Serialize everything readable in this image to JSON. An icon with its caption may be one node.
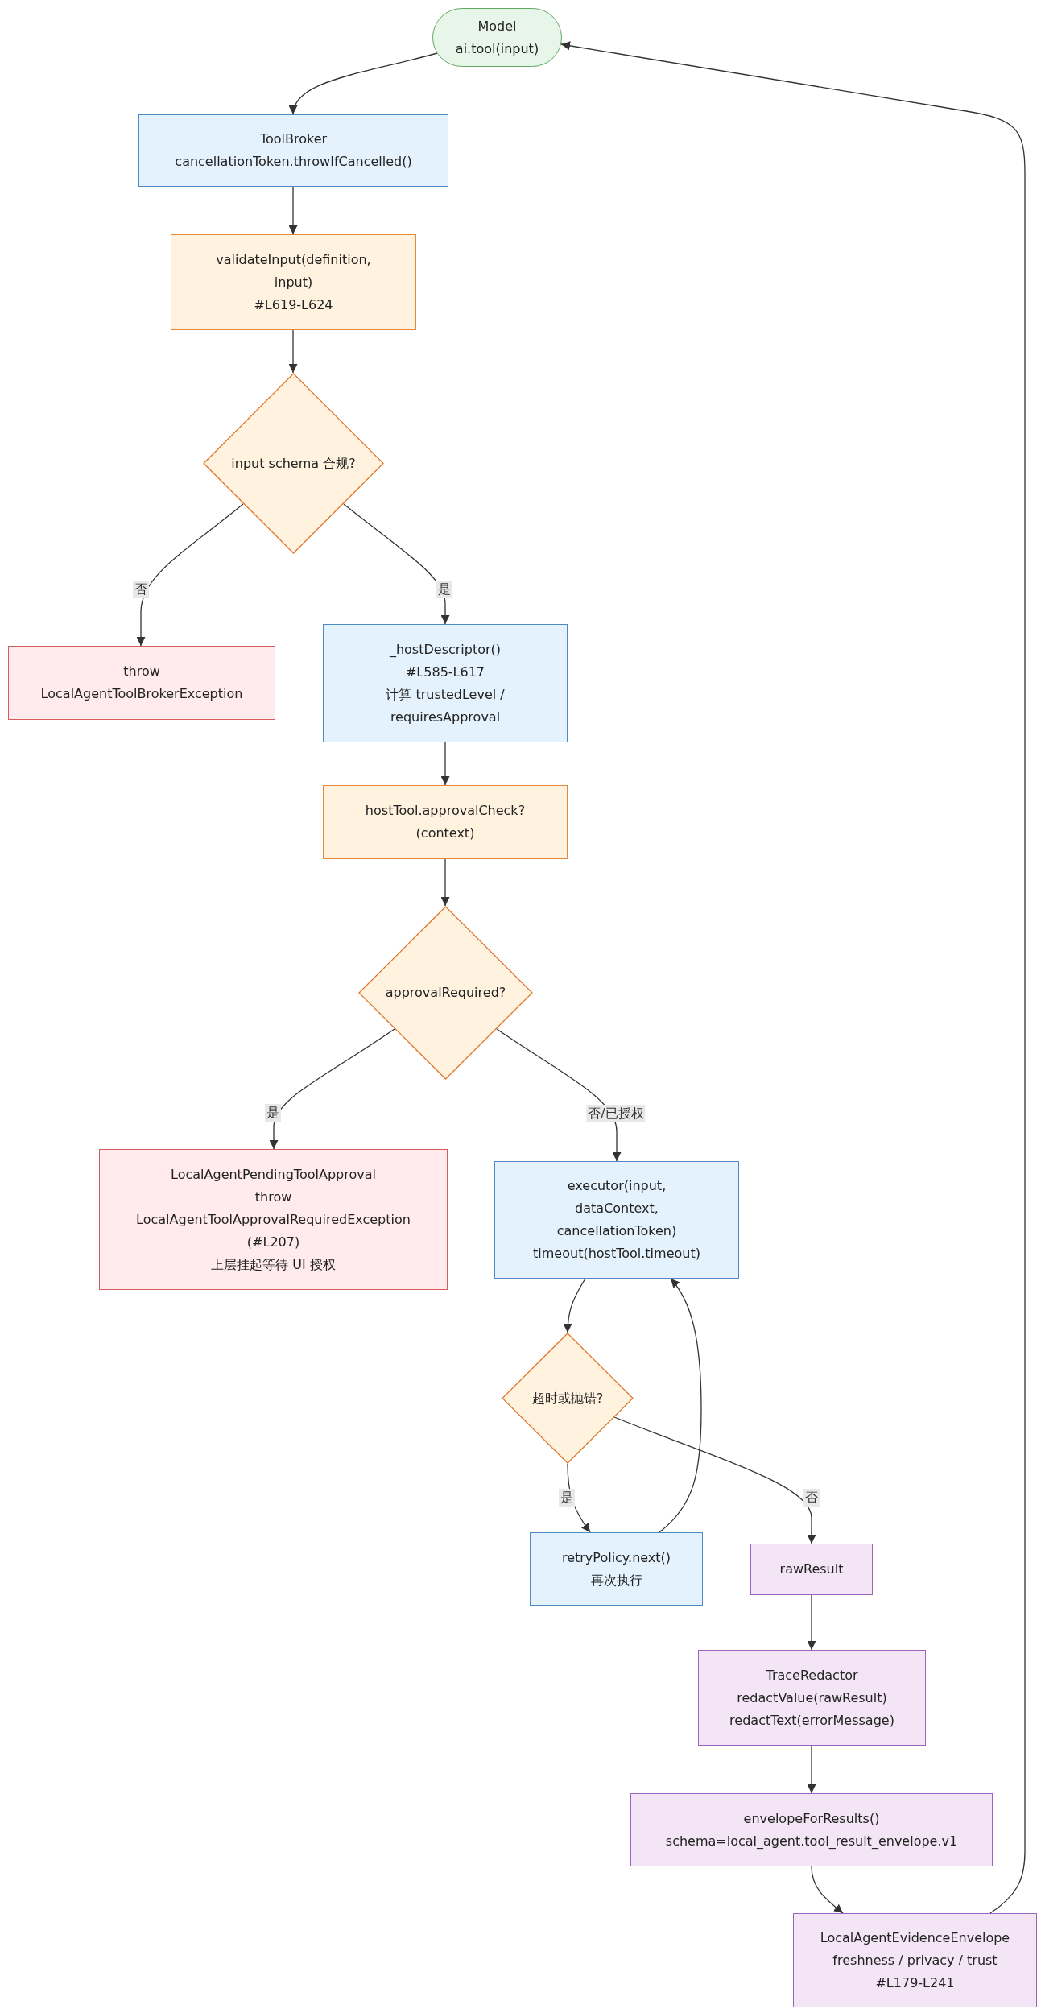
{
  "diagram": {
    "nodes": [
      {
        "text": [
          "Model",
          "ai.tool(input)"
        ]
      },
      {
        "text": [
          "ToolBroker",
          "cancellationToken.throwIfCancelled()"
        ]
      },
      {
        "text": [
          "validateInput(definition, input)",
          "#L619-L624"
        ]
      },
      {
        "text": [
          "input schema 合规?"
        ]
      },
      {
        "text": [
          "throw",
          "LocalAgentToolBrokerException"
        ]
      },
      {
        "text": [
          "_hostDescriptor()",
          "#L585-L617",
          "计算 trustedLevel / requiresApproval"
        ]
      },
      {
        "text": [
          "hostTool.approvalCheck?",
          "(context)"
        ]
      },
      {
        "text": [
          "approvalRequired?"
        ]
      },
      {
        "text": [
          "LocalAgentPendingToolApproval",
          "throw",
          "LocalAgentToolApprovalRequiredException",
          "(#L207)",
          "上层挂起等待 UI 授权"
        ]
      },
      {
        "text": [
          "executor(input, dataContext, cancellationToken)",
          "timeout(hostTool.timeout)"
        ]
      },
      {
        "text": [
          "超时或抛错?"
        ]
      },
      {
        "text": [
          "retryPolicy.next()",
          "再次执行"
        ]
      },
      {
        "text": [
          "rawResult"
        ]
      },
      {
        "text": [
          "TraceRedactor",
          "redactValue(rawResult)",
          "redactText(errorMessage)"
        ]
      },
      {
        "text": [
          "envelopeForResults()",
          "schema=local_agent.tool_result_envelope.v1"
        ]
      },
      {
        "text": [
          "LocalAgentEvidenceEnvelope",
          "freshness / privacy / trust",
          "#L179-L241"
        ]
      }
    ],
    "edges": [
      {
        "from": 0,
        "to": 1,
        "arrow": "to"
      },
      {
        "from": 1,
        "to": 2,
        "arrow": "to"
      },
      {
        "from": 2,
        "to": 3,
        "arrow": "to"
      },
      {
        "from": 3,
        "to": 4,
        "arrow": "to",
        "label": "否"
      },
      {
        "from": 3,
        "to": 5,
        "arrow": "to",
        "label": "是"
      },
      {
        "from": 5,
        "to": 6,
        "arrow": "to"
      },
      {
        "from": 6,
        "to": 7,
        "arrow": "to"
      },
      {
        "from": 7,
        "to": 8,
        "arrow": "to",
        "label": "是"
      },
      {
        "from": 7,
        "to": 9,
        "arrow": "to",
        "label": "否/已授权"
      },
      {
        "from": 9,
        "to": 10,
        "arrow": "to"
      },
      {
        "from": 10,
        "to": 11,
        "arrow": "to",
        "label": "是"
      },
      {
        "from": 10,
        "to": 12,
        "arrow": "to",
        "label": "否"
      },
      {
        "from": 11,
        "to": 9,
        "arrow": "to"
      },
      {
        "from": 12,
        "to": 13,
        "arrow": "to"
      },
      {
        "from": 13,
        "to": 14,
        "arrow": "to"
      },
      {
        "from": 14,
        "to": 15,
        "arrow": "to"
      },
      {
        "from": 15,
        "to": 0,
        "arrow": "to"
      }
    ]
  }
}
